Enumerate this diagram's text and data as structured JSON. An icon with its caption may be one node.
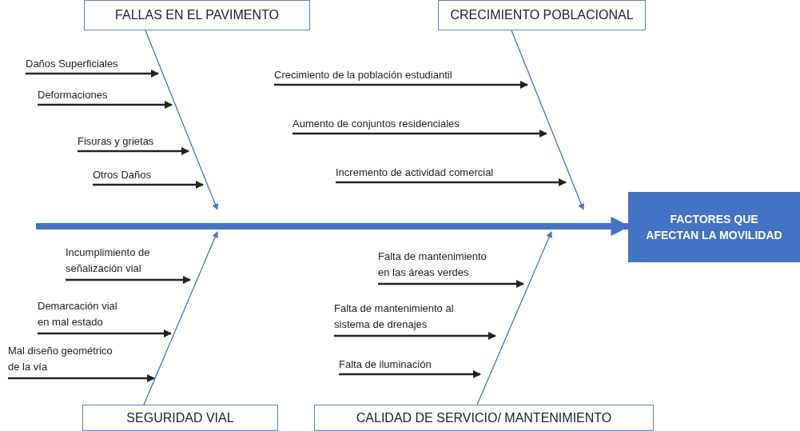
{
  "diagram": {
    "nodes": [
      {
        "text": [
          "FALLAS EN EL PAVIMENTO"
        ]
      },
      {
        "text": [
          "Daños Superficiales"
        ]
      },
      {
        "text": [
          "Deformaciones"
        ]
      },
      {
        "text": [
          "Fisuras y grietas"
        ]
      },
      {
        "text": [
          "Otros Daños"
        ]
      },
      {
        "text": [
          "CRECIMIENTO POBLACIONAL"
        ]
      },
      {
        "text": [
          "Crecimiento de la población estudiantil"
        ]
      },
      {
        "text": [
          "Aumento de conjuntos residenciales"
        ]
      },
      {
        "text": [
          "Incremento de actividad comercial"
        ]
      },
      {
        "text": [
          "FACTORES QUE AFECTAN LA MOVILIDAD"
        ]
      },
      {
        "text": [
          "SEGURIDAD VIAL"
        ]
      },
      {
        "text": [
          "Incumplimiento de señalización vial"
        ]
      },
      {
        "text": [
          "Demarcación vial en mal estado"
        ]
      },
      {
        "text": [
          "Mal diseño geométrico de la vía"
        ]
      },
      {
        "text": [
          "CALIDAD DE SERVICIO/ MANTENIMIENTO"
        ]
      },
      {
        "text": [
          "Falta de mantenimiento en las áreas verdes"
        ]
      },
      {
        "text": [
          "Falta de mantenimiento al sistema de drenajes"
        ]
      },
      {
        "text": [
          "Falta de iluminación"
        ]
      }
    ],
    "edges": [
      {
        "from": null,
        "to": 9,
        "arrow": "to",
        "style": "thick",
        "color": "#4472c4"
      },
      {
        "from": 0,
        "to": null,
        "arrow": "to",
        "color": "#4472c4"
      },
      {
        "from": 5,
        "to": null,
        "arrow": "to",
        "color": "#4472c4"
      },
      {
        "from": 10,
        "to": null,
        "arrow": "to",
        "color": "#4472c4"
      },
      {
        "from": 14,
        "to": null,
        "arrow": "to",
        "color": "#4472c4"
      },
      {
        "from": 1,
        "to": null,
        "arrow": "to"
      },
      {
        "from": 2,
        "to": null,
        "arrow": "to"
      },
      {
        "from": 3,
        "to": null,
        "arrow": "to"
      },
      {
        "from": 4,
        "to": null,
        "arrow": "to"
      },
      {
        "from": 6,
        "to": null,
        "arrow": "to"
      },
      {
        "from": 7,
        "to": null,
        "arrow": "to"
      },
      {
        "from": 8,
        "to": null,
        "arrow": "to"
      },
      {
        "from": 11,
        "to": null,
        "arrow": "to"
      },
      {
        "from": 12,
        "to": null,
        "arrow": "to"
      },
      {
        "from": 13,
        "to": null,
        "arrow": "to"
      },
      {
        "from": 15,
        "to": null,
        "arrow": "to"
      },
      {
        "from": 16,
        "to": null,
        "arrow": "to"
      },
      {
        "from": 17,
        "to": null,
        "arrow": "to"
      }
    ]
  }
}
